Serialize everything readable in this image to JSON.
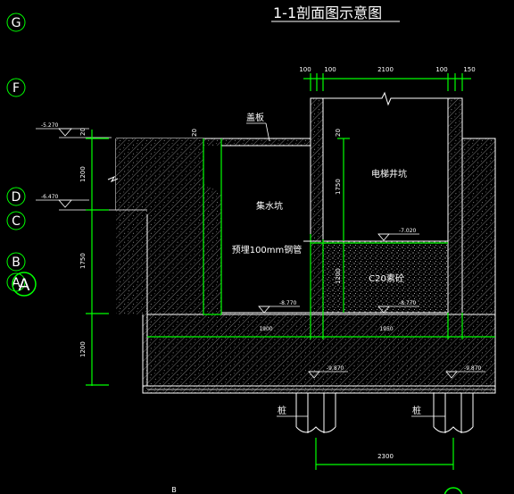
{
  "title": "1-1剖面图示意图",
  "grid_axes": [
    "G",
    "F",
    "D",
    "C",
    "B",
    "A"
  ],
  "overlay_axis": "A",
  "bottom_axis_fragment": "B",
  "labels": {
    "cover_plate": "盖板",
    "sump": "集水坑",
    "pipe": "预埋100mm钢管",
    "elevator_pit": "电梯井坑",
    "concrete_fill": "C20素砼",
    "pile_left": "桩",
    "pile_right": "桩"
  },
  "elevations": {
    "top_left_level": "-5.270",
    "mid_left_level": "-6.470",
    "elevator_bottom_level": "-7.020",
    "sump_bottom_level": "-8.770",
    "concrete_bottom_level": "-8.770",
    "lower_left_level": "-9.870",
    "lower_right_level": "-9.870"
  },
  "dimensions": {
    "top_chain": [
      "100",
      "100",
      "2100",
      "100",
      "150"
    ],
    "left_chain": [
      "20",
      "1200",
      "1750",
      "1200"
    ],
    "inner_left": "20",
    "inner_right_top": "20",
    "inner_right_height": "1750",
    "concrete_vertical": "1200",
    "base_left": "1900",
    "base_right": "1950",
    "bottom_chain": "2300"
  },
  "colors": {
    "background": "#000000",
    "line_white": "#ffffff",
    "line_green": "#00ff00",
    "text_white": "#ffffff"
  }
}
